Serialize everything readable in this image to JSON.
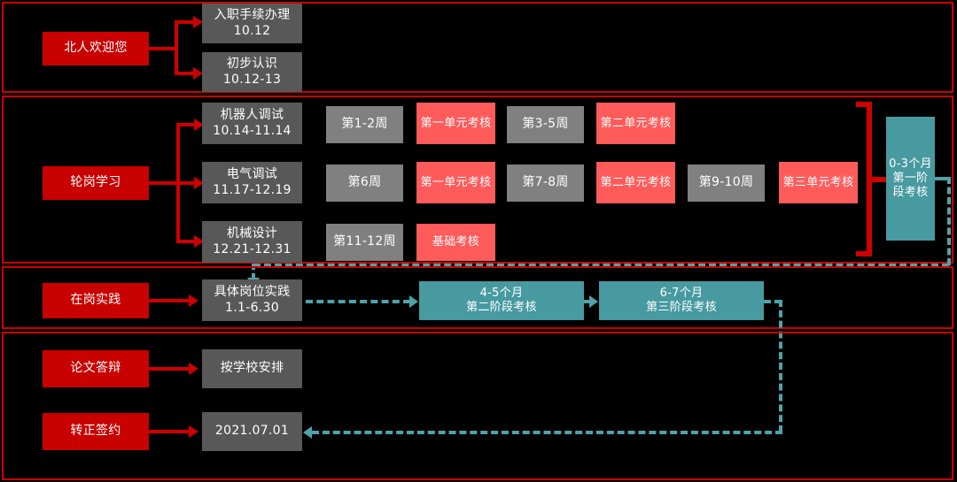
{
  "colors": {
    "background": "#000000",
    "frame_red": "#CE0000",
    "phase_red": "#C80000",
    "task_grey": "#585858",
    "week_grey": "#808080",
    "assessment_pink": "#FF5B5B",
    "stage_teal": "#479AA0",
    "text": "#FFFFFF"
  },
  "sections": [
    {
      "id": "welcome",
      "phase": {
        "label": "北人欢迎您"
      },
      "tasks": [
        {
          "line1": "入职手续办理",
          "line2": "10.12"
        },
        {
          "line1": "初步认识",
          "line2": "10.12-13"
        }
      ]
    },
    {
      "id": "rotation",
      "phase": {
        "label": "轮岗学习"
      },
      "rows": [
        {
          "task": {
            "line1": "机器人调试",
            "line2": "10.14-11.14"
          },
          "steps": [
            {
              "label": "第1-2周",
              "kind": "week"
            },
            {
              "label": "第一单元考核",
              "kind": "assessment"
            },
            {
              "label": "第3-5周",
              "kind": "week"
            },
            {
              "label": "第二单元考核",
              "kind": "assessment"
            }
          ]
        },
        {
          "task": {
            "line1": "电气调试",
            "line2": "11.17-12.19"
          },
          "steps": [
            {
              "label": "第6周",
              "kind": "week"
            },
            {
              "label": "第一单元考核",
              "kind": "assessment"
            },
            {
              "label": "第7-8周",
              "kind": "week"
            },
            {
              "label": "第二单元考核",
              "kind": "assessment"
            },
            {
              "label": "第9-10周",
              "kind": "week"
            },
            {
              "label": "第三单元考核",
              "kind": "assessment"
            }
          ]
        },
        {
          "task": {
            "line1": "机械设计",
            "line2": "12.21-12.31"
          },
          "steps": [
            {
              "label": "第11-12周",
              "kind": "week"
            },
            {
              "label": "基础考核",
              "kind": "assessment"
            }
          ]
        }
      ],
      "stage_gate": {
        "label": "0-3个月第一阶段考核"
      }
    },
    {
      "id": "on-the-job",
      "phase": {
        "label": "在岗实践"
      },
      "task": {
        "line1": "具体岗位实践",
        "line2": "1.1-6.30"
      },
      "gates": [
        {
          "line1": "4-5个月",
          "line2": "第二阶段考核"
        },
        {
          "line1": "6-7个月",
          "line2": "第三阶段考核"
        }
      ]
    },
    {
      "id": "closing",
      "rows": [
        {
          "phase": {
            "label": "论文答辩"
          },
          "task": {
            "line1": "按学校安排",
            "line2": ""
          }
        },
        {
          "phase": {
            "label": "转正签约"
          },
          "task": {
            "line1": "2021.07.01",
            "line2": ""
          }
        }
      ]
    }
  ]
}
